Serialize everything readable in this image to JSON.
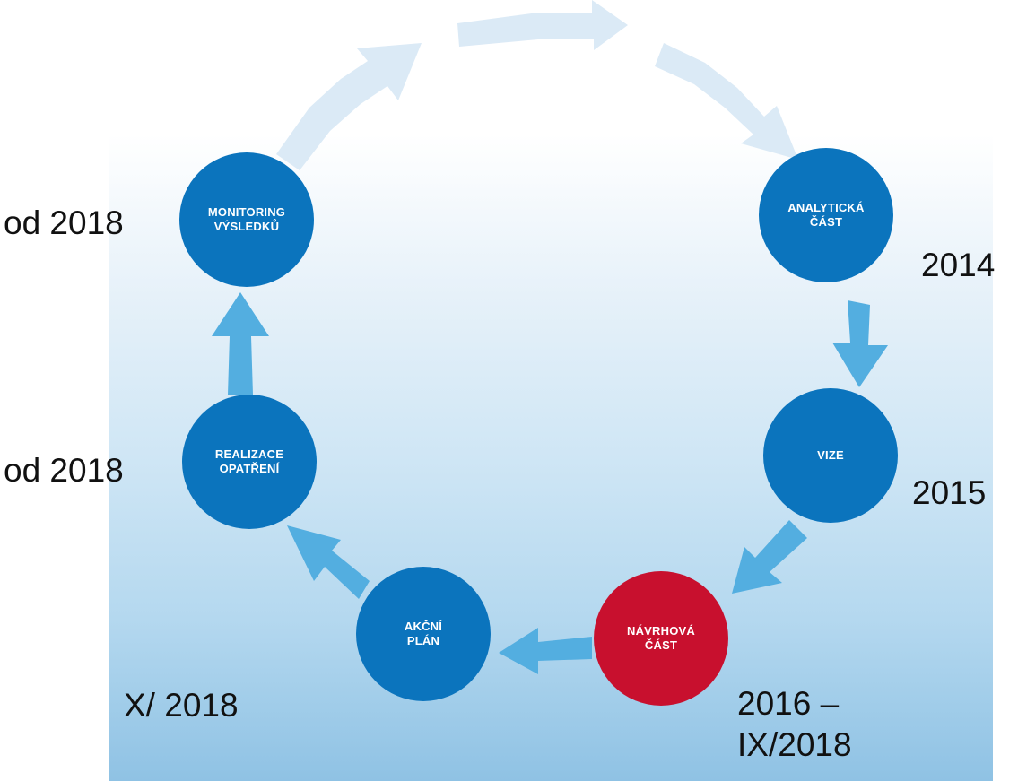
{
  "colors": {
    "stage": "#0b74bd",
    "current_stage": "#c8102e",
    "arrow_active": "#53aee0",
    "arrow_faded": "#dbeaf6"
  },
  "stages": [
    {
      "id": "analyticka",
      "line1": "ANALYTICKÁ",
      "line2": "ČÁST",
      "date": "2014"
    },
    {
      "id": "vize",
      "line1": "VIZE",
      "line2": "",
      "date": "2015"
    },
    {
      "id": "navrhova",
      "line1": "NÁVRHOVÁ",
      "line2": "ČÁST",
      "date_line1": "2016 –",
      "date_line2": "IX/2018",
      "current": true
    },
    {
      "id": "akcni",
      "line1": "AKČNÍ",
      "line2": "PLÁN",
      "date": "X/ 2018"
    },
    {
      "id": "realizace",
      "line1": "REALIZACE",
      "line2": "OPATŘENÍ",
      "date": "od 2018"
    },
    {
      "id": "monitoring",
      "line1": "MONITORING",
      "line2": "VÝSLEDKŮ",
      "date": "od 2018"
    }
  ]
}
